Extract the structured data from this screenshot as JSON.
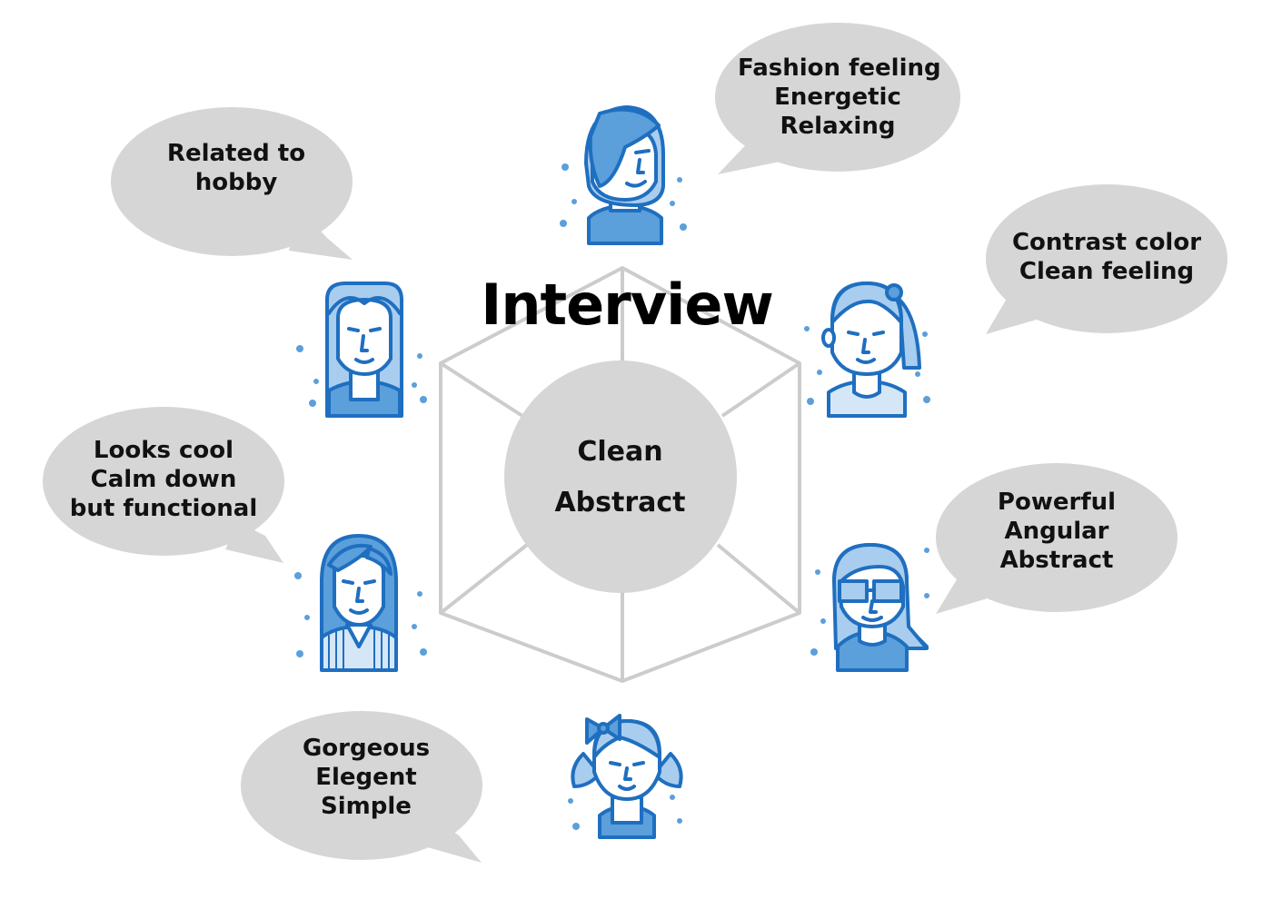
{
  "diagram": {
    "title": "Interview",
    "center": {
      "lines": [
        "Clean",
        "Abstract"
      ]
    },
    "bubbles": [
      {
        "id": "top",
        "lines": [
          "Fashion feeling",
          "Energetic",
          "Relaxing"
        ]
      },
      {
        "id": "upper-left",
        "lines": [
          "Related to",
          "hobby"
        ]
      },
      {
        "id": "upper-right",
        "lines": [
          "Contrast color",
          "Clean feeling"
        ]
      },
      {
        "id": "middle-left",
        "lines": [
          "Looks cool",
          "Calm down",
          "but functional"
        ]
      },
      {
        "id": "middle-right",
        "lines": [
          "Powerful",
          "Angular",
          "Abstract"
        ]
      },
      {
        "id": "bottom-left",
        "lines": [
          "Gorgeous",
          "Elegent",
          "Simple"
        ]
      }
    ],
    "avatars": [
      {
        "id": "top",
        "icon": "woman-side-fringe-icon"
      },
      {
        "id": "upper-left",
        "icon": "woman-long-hair-icon"
      },
      {
        "id": "upper-right",
        "icon": "woman-ponytail-icon"
      },
      {
        "id": "middle-left",
        "icon": "woman-striped-shirt-icon"
      },
      {
        "id": "middle-right",
        "icon": "woman-glasses-icon"
      },
      {
        "id": "bottom",
        "icon": "girl-pigtails-bow-icon"
      }
    ]
  },
  "colors": {
    "bubble": "#d6d6d6",
    "center_circle": "#d6d6d6",
    "cube_lines": "#cccccc",
    "icon_stroke": "#1f6fc0",
    "icon_fill_mid": "#5b9fdb",
    "icon_fill_light": "#a9cdee",
    "icon_fill_pale": "#d5e7f6",
    "text": "#111111"
  }
}
